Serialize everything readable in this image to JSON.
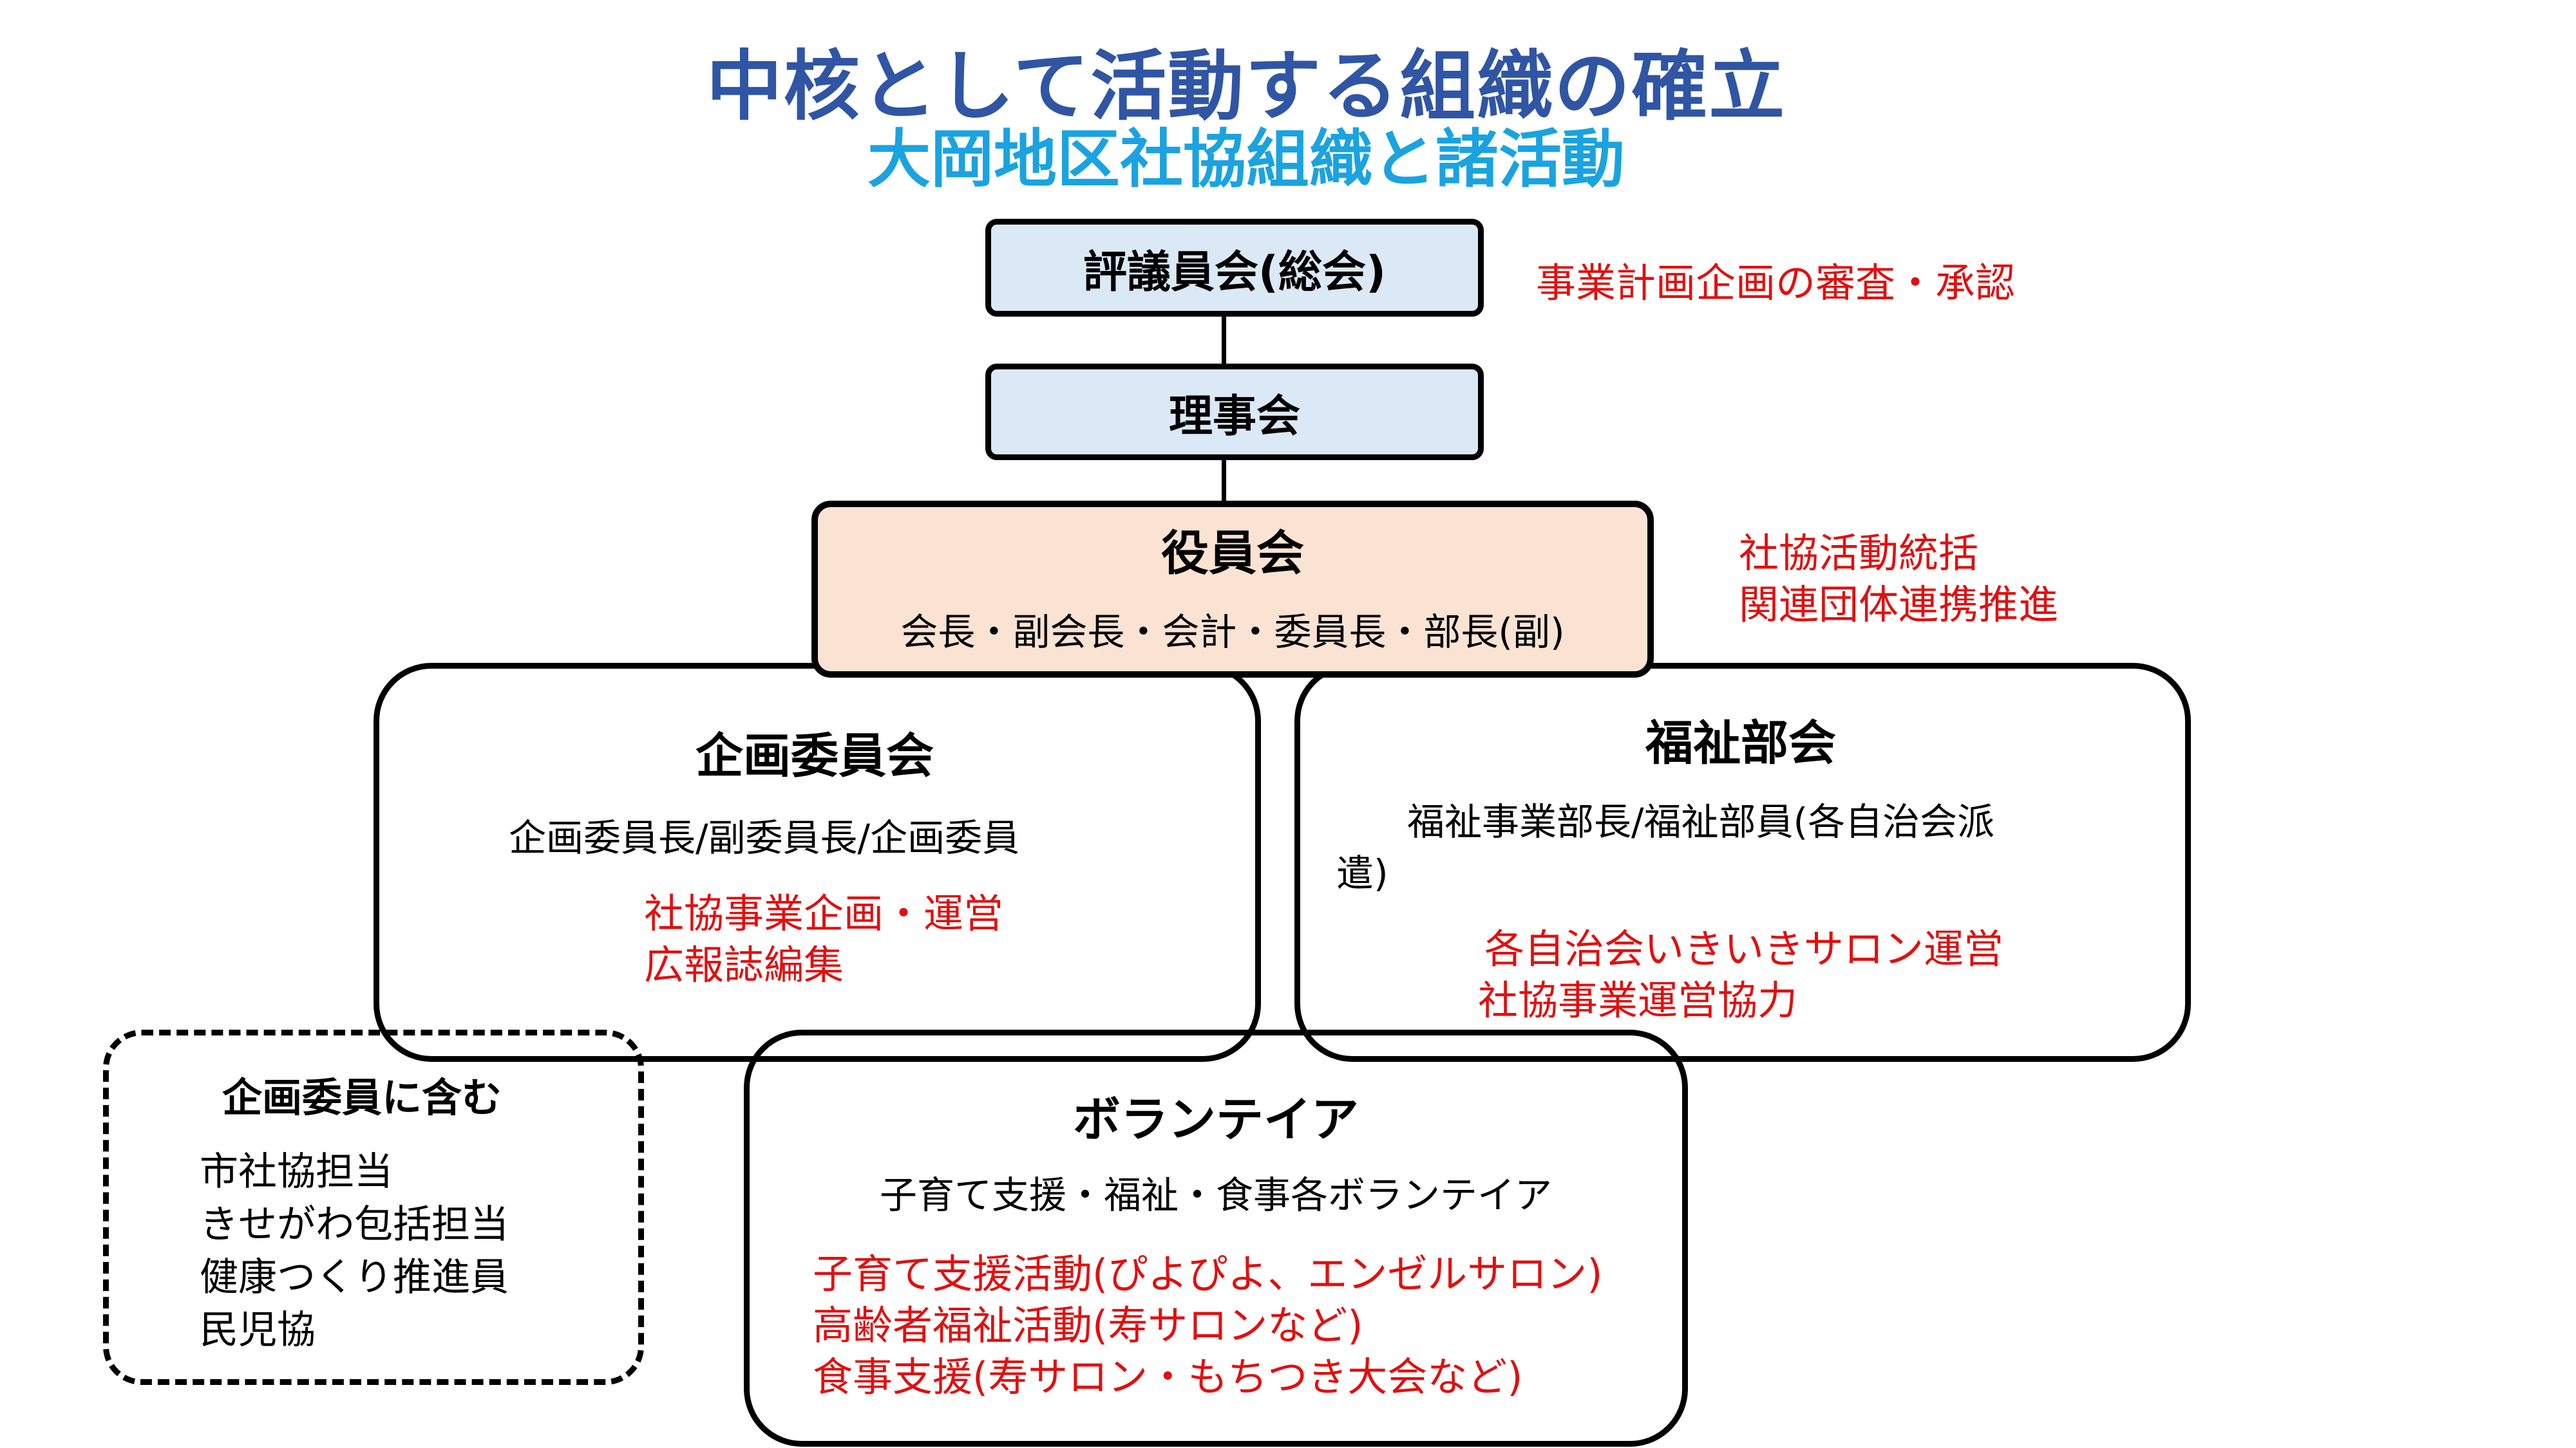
{
  "title": "中核として活動する組織の確立",
  "subtitle": "大岡地区社協組織と諸活動",
  "general_assembly": {
    "label": "評議員会(総会)",
    "note": "事業計画企画の審査・承認"
  },
  "board": {
    "label": "理事会"
  },
  "officers": {
    "label": "役員会",
    "members": "会長・副会長・会計・委員長・部長(副)",
    "notes": [
      "社協活動統括",
      "関連団体連携推進"
    ]
  },
  "planning_committee": {
    "label": "企画委員会",
    "members": "企画委員長/副委員長/企画委員",
    "activities": [
      "社協事業企画・運営",
      "広報誌編集"
    ]
  },
  "welfare_division": {
    "label": "福祉部会",
    "members_line1": "福祉事業部長/福祉部員(各自治会派",
    "members_line2": "遣)",
    "activities": [
      "各自治会いきいきサロン運営",
      "社協事業運営協力"
    ]
  },
  "included_in_planning": {
    "label": "企画委員に含む",
    "items": [
      "市社協担当",
      "きせがわ包括担当",
      "健康つくり推進員",
      "民児協"
    ]
  },
  "volunteers": {
    "label": "ボランテイア",
    "members": "子育て支援・福祉・食事各ボランテイア",
    "activities": [
      "子育て支援活動(ぴよぴよ、エンゼルサロン)",
      "高齢者福祉活動(寿サロンなど)",
      "食事支援(寿サロン・もちつき大会など)"
    ]
  }
}
